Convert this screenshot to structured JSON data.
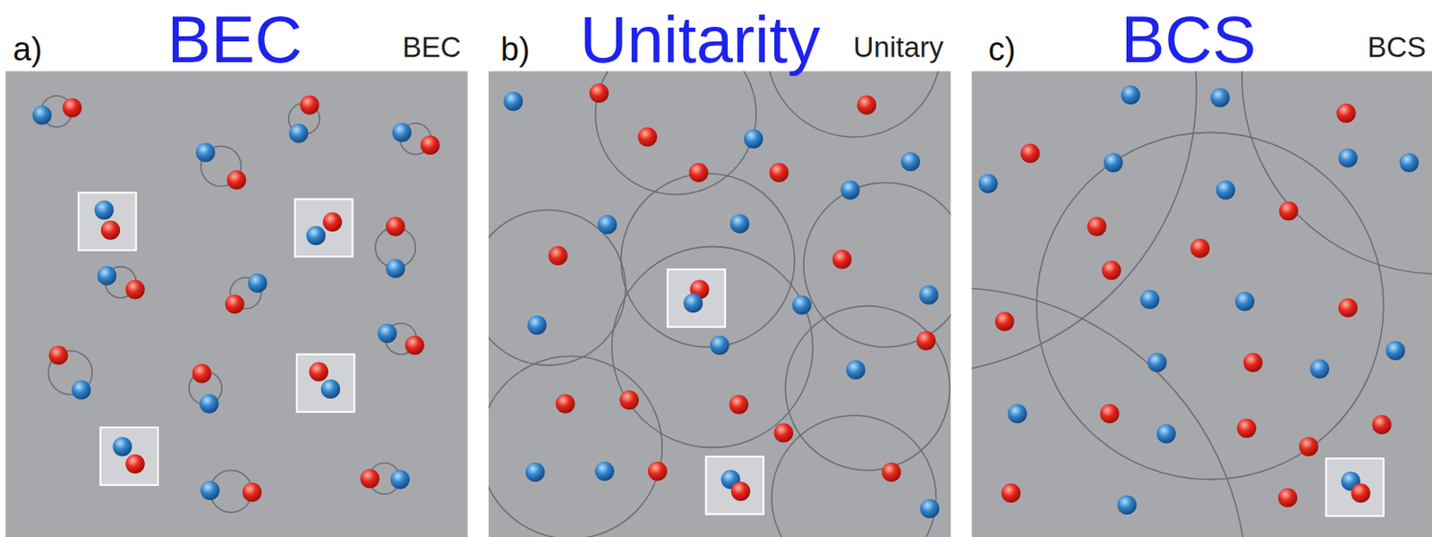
{
  "diagram": {
    "nodes": [
      {
        "text": [
          "a)",
          "BEC",
          "BEC"
        ]
      },
      {
        "text": [
          "b)",
          "Unitarity",
          "Unitary"
        ]
      },
      {
        "text": [
          "c)",
          "BCS",
          "BCS"
        ]
      }
    ]
  }
}
